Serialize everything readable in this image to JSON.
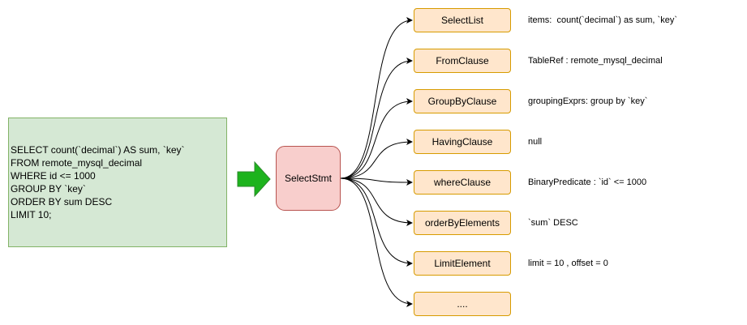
{
  "sql_lines": [
    "SELECT count(`decimal`) AS sum, `key`",
    "FROM remote_mysql_decimal",
    "WHERE id <= 1000",
    "GROUP BY `key`",
    "ORDER BY sum DESC",
    "LIMIT 10;"
  ],
  "stmt_label": "SelectStmt",
  "nodes": [
    {
      "label": "SelectList",
      "note": "items:  count(`decimal`) as sum, `key`"
    },
    {
      "label": "FromClause",
      "note": "TableRef : remote_mysql_decimal"
    },
    {
      "label": "GroupByClause",
      "note": "groupingExprs: group by `key`"
    },
    {
      "label": "HavingClause",
      "note": "null"
    },
    {
      "label": "whereClause",
      "note": "BinaryPredicate : `id` <= 1000"
    },
    {
      "label": "orderByElements",
      "note": "`sum` DESC"
    },
    {
      "label": "LimitElement",
      "note": "limit = 10 , offset = 0"
    },
    {
      "label": "....",
      "note": ""
    }
  ],
  "colors": {
    "sql_fill": "#d5e8d4",
    "sql_border": "#82b366",
    "stmt_fill": "#f8cecc",
    "stmt_border": "#b85450",
    "node_fill": "#ffe6cc",
    "node_border": "#d79b00",
    "arrow_fill": "#1db31d"
  }
}
